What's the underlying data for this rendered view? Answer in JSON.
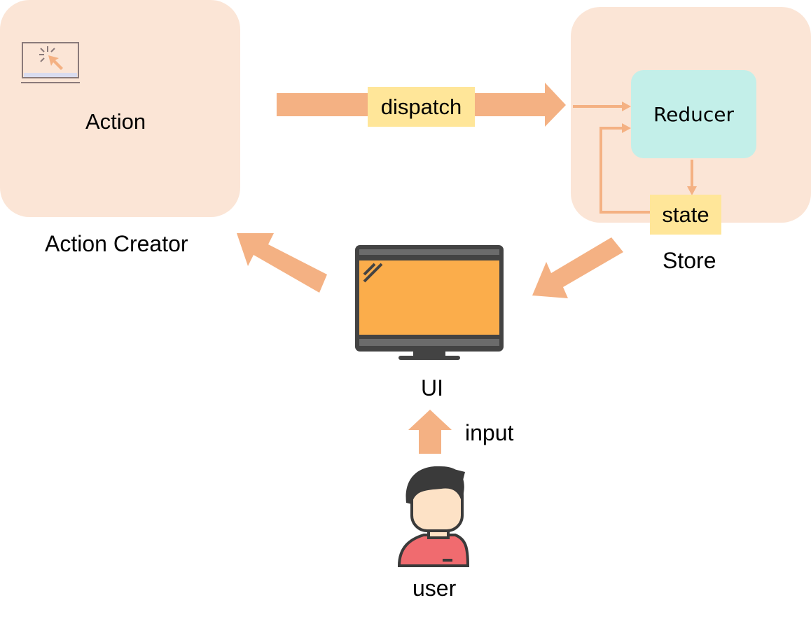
{
  "action_creator": {
    "inner_label": "Action",
    "caption": "Action Creator",
    "icon": "cursor-click-icon"
  },
  "store": {
    "caption": "Store",
    "reducer_label": "Reducer",
    "state_label": "state"
  },
  "dispatch_label": "dispatch",
  "ui": {
    "caption": "UI",
    "icon": "monitor-icon"
  },
  "input_label": "input",
  "user": {
    "caption": "user",
    "icon": "user-avatar-icon"
  },
  "colors": {
    "box_fill": "#fbe5d6",
    "arrow": "#f4b183",
    "tag_fill": "#ffe699",
    "reducer_fill": "#c3efe9",
    "screen": "#fbad4b",
    "monitor_frame": "#434343"
  }
}
